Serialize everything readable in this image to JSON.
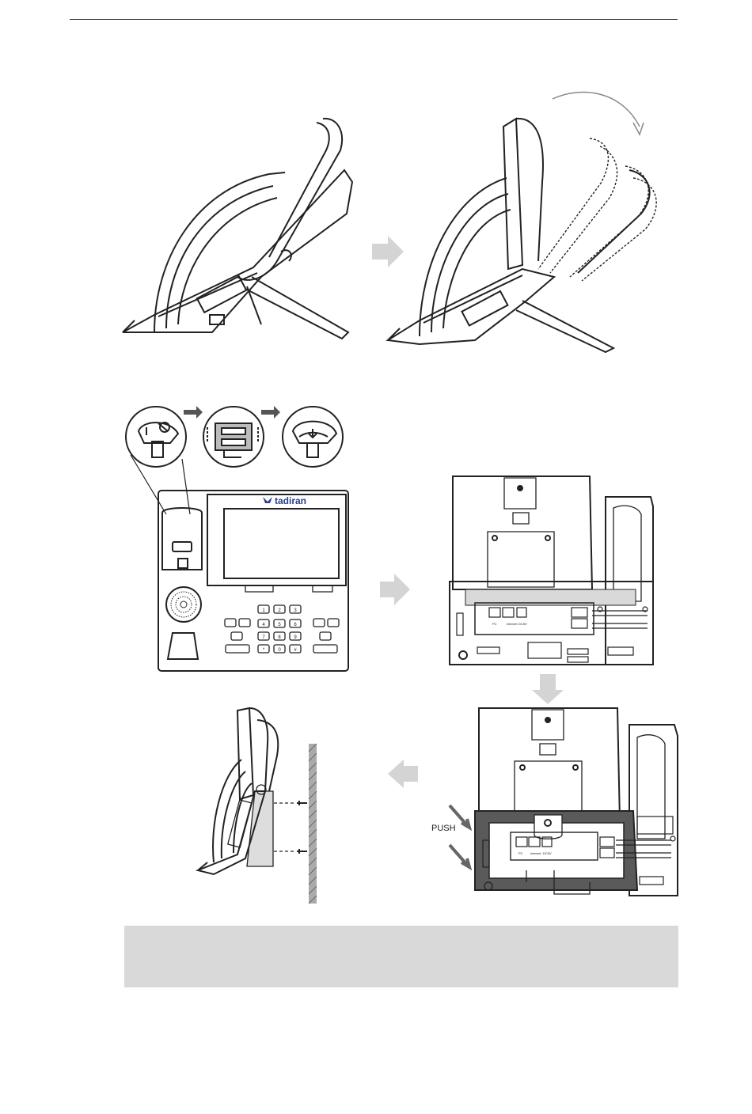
{
  "page": {
    "brand_logo_text": "tadiran",
    "push_label": "PUSH",
    "jack_labels": {
      "pc": "PC",
      "internet": "Internet",
      "dc": "DC5V"
    },
    "keypad": [
      "1",
      "2",
      "3",
      "4",
      "5",
      "6",
      "7",
      "8",
      "9",
      "*",
      "0",
      "#"
    ],
    "colors": {
      "line": "#222222",
      "arrow": "#d4d4d4",
      "note_bg": "#d9d9d9",
      "wall_hatch": "#555555",
      "bracket_dark": "#555555",
      "logo": "#2b3f8c"
    }
  }
}
